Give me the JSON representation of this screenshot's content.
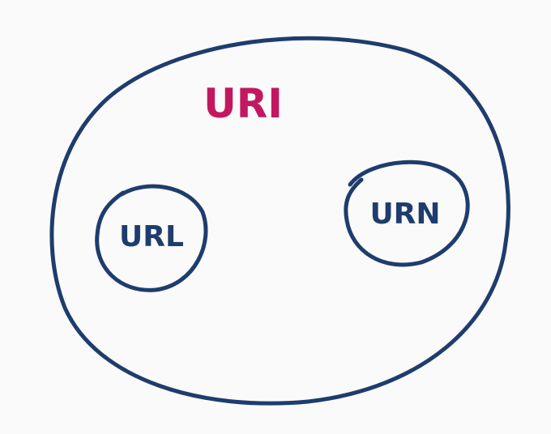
{
  "diagram": {
    "outer": {
      "label": "URI",
      "color": "#c2185f"
    },
    "inner": [
      {
        "label": "URL"
      },
      {
        "label": "URN"
      }
    ],
    "stroke_color": "#1e3d6e"
  }
}
